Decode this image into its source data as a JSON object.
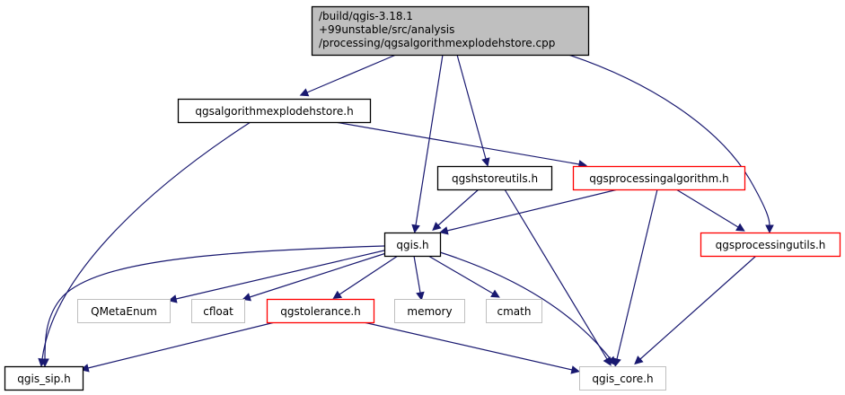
{
  "diagram": {
    "type": "include-dependency-graph",
    "colors": {
      "edge": "#191970",
      "root_fill": "#bfbfbf",
      "root_border": "#000000",
      "documented_border": "#000000",
      "has_more_border": "#ff0000",
      "external_border": "#bfbfbf",
      "node_fill": "#ffffff"
    },
    "nodes": [
      {
        "id": "root",
        "kind": "root",
        "lines": [
          "/build/qgis-3.18.1",
          "+99unstable/src/analysis",
          "/processing/qgsalgorithmexplodehstore.cpp"
        ]
      },
      {
        "id": "explodeh",
        "kind": "documented",
        "lines": [
          "qgsalgorithmexplodehstore.h"
        ]
      },
      {
        "id": "hstoreutils",
        "kind": "documented",
        "lines": [
          "qgshstoreutils.h"
        ]
      },
      {
        "id": "procalgo",
        "kind": "has_more",
        "lines": [
          "qgsprocessingalgorithm.h"
        ]
      },
      {
        "id": "qgis",
        "kind": "documented",
        "lines": [
          "qgis.h"
        ]
      },
      {
        "id": "procutils",
        "kind": "has_more",
        "lines": [
          "qgsprocessingutils.h"
        ]
      },
      {
        "id": "qmetaenum",
        "kind": "external",
        "lines": [
          "QMetaEnum"
        ]
      },
      {
        "id": "cfloat",
        "kind": "external",
        "lines": [
          "cfloat"
        ]
      },
      {
        "id": "tolerance",
        "kind": "has_more",
        "lines": [
          "qgstolerance.h"
        ]
      },
      {
        "id": "memory",
        "kind": "external",
        "lines": [
          "memory"
        ]
      },
      {
        "id": "cmath",
        "kind": "external",
        "lines": [
          "cmath"
        ]
      },
      {
        "id": "sip",
        "kind": "documented",
        "lines": [
          "qgis_sip.h"
        ]
      },
      {
        "id": "core",
        "kind": "external",
        "lines": [
          "qgis_core.h"
        ]
      }
    ],
    "edges": [
      {
        "from": "root",
        "to": "explodeh"
      },
      {
        "from": "root",
        "to": "qgis"
      },
      {
        "from": "root",
        "to": "hstoreutils"
      },
      {
        "from": "root",
        "to": "procutils"
      },
      {
        "from": "explodeh",
        "to": "sip"
      },
      {
        "from": "explodeh",
        "to": "procalgo"
      },
      {
        "from": "hstoreutils",
        "to": "qgis"
      },
      {
        "from": "hstoreutils",
        "to": "core"
      },
      {
        "from": "procalgo",
        "to": "qgis"
      },
      {
        "from": "procalgo",
        "to": "core"
      },
      {
        "from": "procalgo",
        "to": "procutils"
      },
      {
        "from": "qgis",
        "to": "sip"
      },
      {
        "from": "qgis",
        "to": "qmetaenum"
      },
      {
        "from": "qgis",
        "to": "cfloat"
      },
      {
        "from": "qgis",
        "to": "tolerance"
      },
      {
        "from": "qgis",
        "to": "memory"
      },
      {
        "from": "qgis",
        "to": "cmath"
      },
      {
        "from": "qgis",
        "to": "core"
      },
      {
        "from": "procutils",
        "to": "core"
      },
      {
        "from": "tolerance",
        "to": "sip"
      },
      {
        "from": "tolerance",
        "to": "core"
      }
    ]
  }
}
